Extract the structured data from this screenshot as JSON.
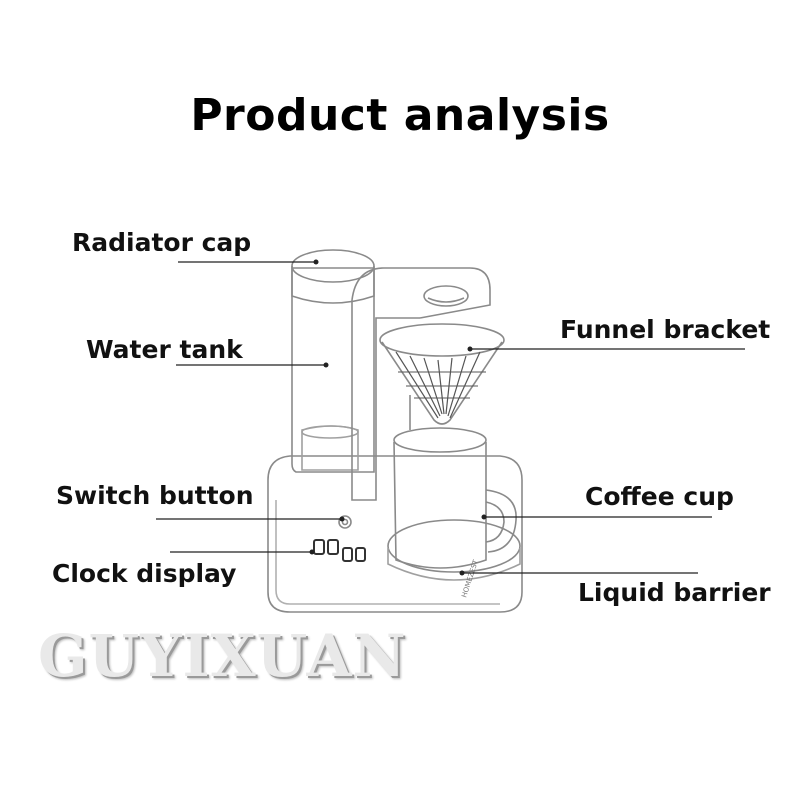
{
  "title": "Product analysis",
  "labels": {
    "radiator_cap": "Radiator cap",
    "water_tank": "Water tank",
    "switch_button": "Switch button",
    "clock_display": "Clock display",
    "funnel_bracket": "Funnel bracket",
    "coffee_cup": "Coffee cup",
    "liquid_barrier": "Liquid barrier"
  },
  "watermark": "GUYIXUAN",
  "colors": {
    "line": "#222222",
    "outline": "#8a8a8a",
    "watermark_fill": "#e9e9e9",
    "watermark_shadow": "#9a9a9a"
  }
}
